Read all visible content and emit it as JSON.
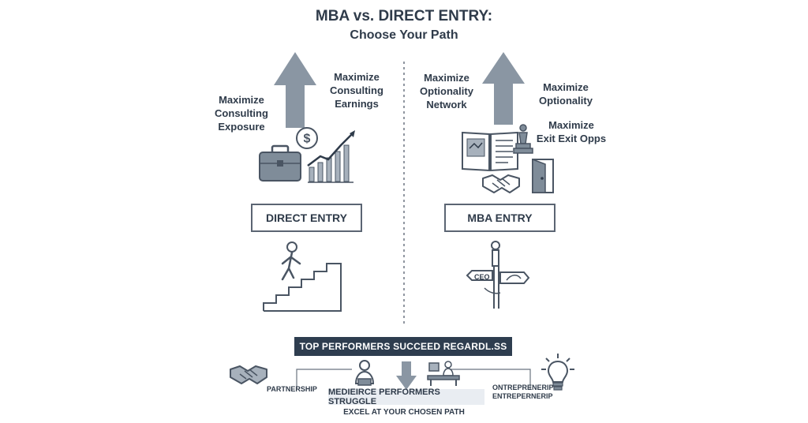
{
  "title": {
    "line1": "MBA vs. DIRECT ENTRY:",
    "line2": "Choose Your Path"
  },
  "left": {
    "label_exposure": [
      "Maximize",
      "Consulting",
      "Exposure"
    ],
    "label_earnings": [
      "Maximize",
      "Consulting",
      "Earnings"
    ],
    "box": "DIRECT ENTRY"
  },
  "right": {
    "label_network": [
      "Maximize",
      "Optionality",
      "Network"
    ],
    "label_optionality": [
      "Maximize",
      "Optionality"
    ],
    "label_exit": [
      "Maximize",
      "Exit Exit Opps"
    ],
    "box": "MBA ENTRY",
    "signpost_text": "CEO"
  },
  "bottom": {
    "top_banner": "TOP PERFORMERS SUCCEED REGARDL.SS",
    "mid_banner": "MEDIEIRCE PERFORMERS STRUGGLE",
    "footer": "EXCEL AT YOUR CHOSEN PATH",
    "partnership": "PARTNERSHIP",
    "entrepreneur": [
      "ONTREPRENERIP",
      "ENTREPERNERIP"
    ]
  },
  "icons": {
    "up_arrow_left": "up-arrow-icon",
    "up_arrow_right": "up-arrow-icon",
    "briefcase": "briefcase-icon",
    "dollar": "dollar-icon",
    "growth_chart": "growth-chart-icon",
    "book": "open-book-icon",
    "chess_piece": "chess-piece-icon",
    "handshake": "handshake-icon",
    "door": "door-icon",
    "stairs": "person-climbing-stairs-icon",
    "signpost": "signpost-icon",
    "down_arrow": "down-arrow-icon",
    "person": "person-icon",
    "desk": "desk-meeting-icon",
    "lightbulb": "lightbulb-icon"
  },
  "colors": {
    "text": "#2f3b4a",
    "arrow": "#8a96a3",
    "dark_banner": "#2e3d4f",
    "light_banner": "#e9edf2",
    "icon_fill": "#7f8c99"
  }
}
